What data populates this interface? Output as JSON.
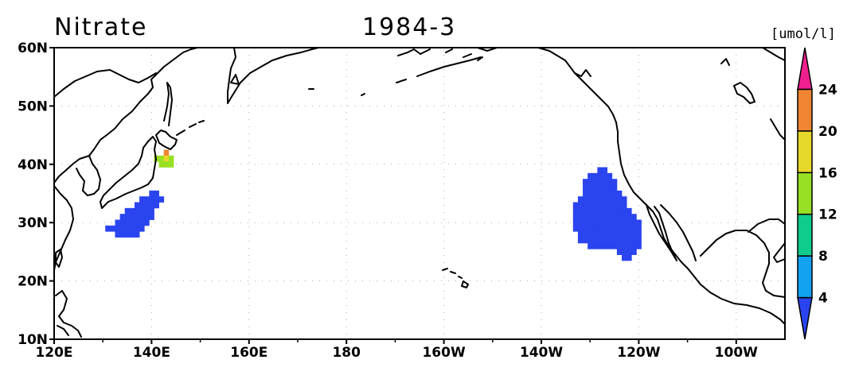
{
  "title": {
    "left": "Nitrate",
    "center": "1984-3"
  },
  "colorbar": {
    "unit": "[umol/l]",
    "labels": [
      "4",
      "8",
      "12",
      "16",
      "20",
      "24"
    ],
    "colors": [
      "#2a44f0",
      "#12a3f0",
      "#0fcc8c",
      "#99e025",
      "#e6d82a",
      "#ef8532",
      "#f01f8f"
    ]
  },
  "axes": {
    "x_labels": [
      "120E",
      "140E",
      "160E",
      "180",
      "160W",
      "140W",
      "120W",
      "100W"
    ],
    "y_labels": [
      "10N",
      "20N",
      "30N",
      "40N",
      "50N",
      "60N"
    ]
  },
  "chart_data": {
    "type": "heatmap",
    "variable": "Nitrate",
    "unit": "umol/l",
    "time": "1984-3",
    "lon_range": [
      120,
      270
    ],
    "lat_range": [
      10,
      60
    ],
    "levels": [
      4,
      8,
      12,
      16,
      20,
      24
    ],
    "regions": [
      {
        "name": "southern-japan",
        "value_bin": "below 4",
        "lon": [
          130.5,
          142.5
        ],
        "lat": [
          27.5,
          35.5
        ]
      },
      {
        "name": "hokkaido-south",
        "value_bin": "12-20",
        "lon": [
          141.5,
          145
        ],
        "lat": [
          40.5,
          42.5
        ]
      },
      {
        "name": "eastern-pacific",
        "value_bin": "below 4",
        "lon": [
          226.5,
          240.5
        ],
        "lat": [
          24.5,
          39.5
        ]
      }
    ]
  }
}
